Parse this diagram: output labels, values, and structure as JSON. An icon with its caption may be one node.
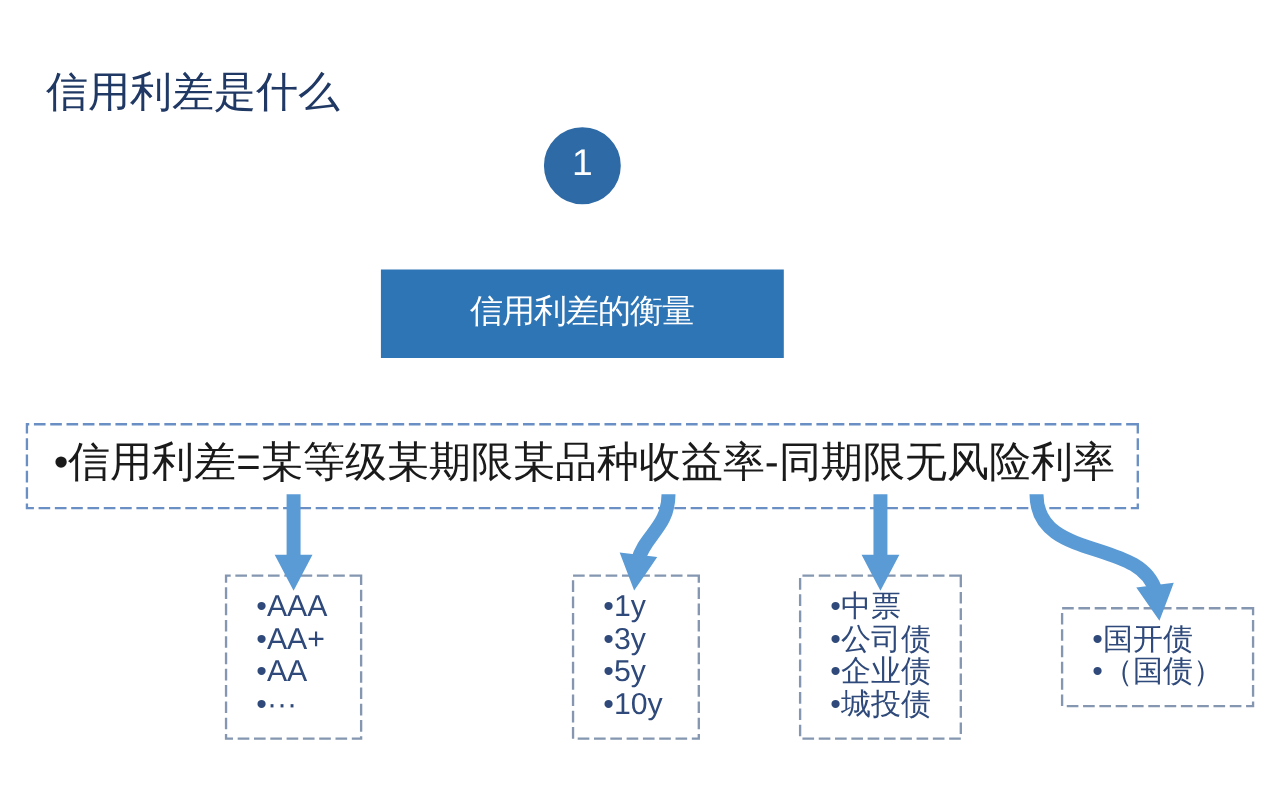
{
  "diagram": {
    "title": "信用利差是什么",
    "nodes": [
      {
        "text": [
          "1"
        ]
      },
      {
        "text": [
          "信用利差的衡量"
        ]
      },
      {
        "text": [
          "•信用利差=某等级某期限某品种收益率-同期限无风险利率"
        ]
      },
      {
        "text": [
          "•AAA",
          "•AA+",
          "•AA",
          "•···"
        ]
      },
      {
        "text": [
          "•1y",
          "•3y",
          "•5y",
          "•10y"
        ]
      },
      {
        "text": [
          "•中票",
          "•公司债",
          "•企业债",
          "•城投债"
        ]
      },
      {
        "text": [
          "•国开债",
          "•（国债）"
        ]
      }
    ],
    "edges": [
      {
        "from": 2,
        "to": 3,
        "arrow": "to"
      },
      {
        "from": 2,
        "to": 4,
        "arrow": "to"
      },
      {
        "from": 2,
        "to": 5,
        "arrow": "to"
      },
      {
        "from": 2,
        "to": 6,
        "arrow": "to"
      }
    ]
  }
}
